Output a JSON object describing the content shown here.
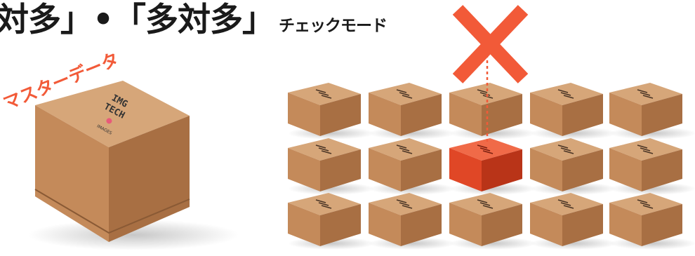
{
  "heading": {
    "main": "対多」•「多対多」",
    "sub": "チェックモード"
  },
  "master_label": "マスターデータ",
  "master_box": {
    "logo_line1": "IMG",
    "logo_line2": "TECH",
    "logo_line3": "IMAGES"
  },
  "grid": {
    "rows": 3,
    "cols": 5,
    "highlighted": {
      "row": 1,
      "col": 2
    }
  },
  "colors": {
    "accent": "#f25a38",
    "cardboard_top": "#d6a679",
    "cardboard_front": "#c48a5a",
    "cardboard_side": "#a86f43",
    "highlight_top": "#f06a48",
    "highlight_front": "#e04726",
    "highlight_side": "#b93418"
  },
  "icons": {
    "rejection_mark": "x-mark-icon"
  }
}
